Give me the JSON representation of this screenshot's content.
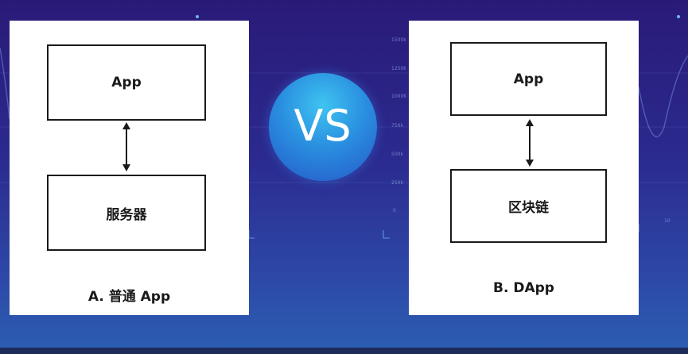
{
  "vs": {
    "label": "VS"
  },
  "left_panel": {
    "top_box": "App",
    "bottom_box": "服务器",
    "caption": "A. 普通 App"
  },
  "right_panel": {
    "top_box": "App",
    "bottom_box": "区块链",
    "caption": "B. DApp"
  },
  "background": {
    "axis_ticks": [
      "1500k",
      "1250k",
      "1000K",
      "750k",
      "500k",
      "250k",
      "0"
    ],
    "corner_tick": "10"
  },
  "colors": {
    "background_top": "#2a1a78",
    "background_bottom": "#2b5fb2",
    "vs_badge": "#2a8fe0",
    "panel": "#ffffff",
    "ink": "#1a1a1a"
  }
}
